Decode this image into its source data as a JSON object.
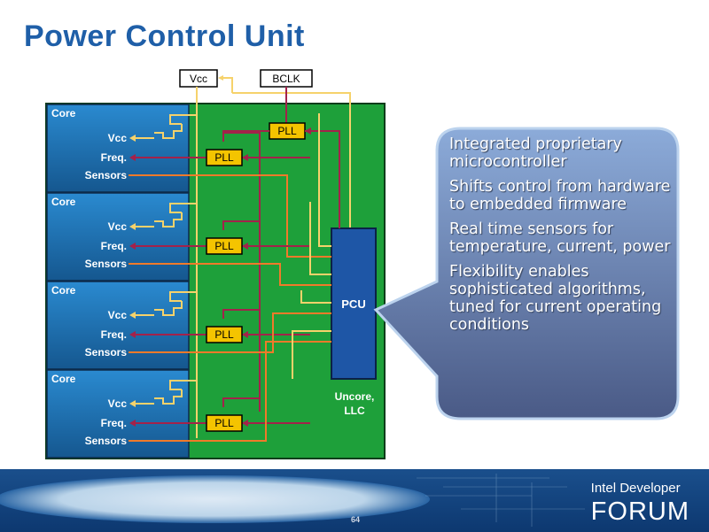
{
  "slide": {
    "title": "Power Control Unit",
    "page_number": "64"
  },
  "diagram": {
    "inputs": {
      "vcc": "Vcc",
      "bclk": "BCLK"
    },
    "cores": [
      {
        "label": "Core",
        "vcc": "Vcc",
        "freq": "Freq.",
        "sensors": "Sensors",
        "pll": "PLL"
      },
      {
        "label": "Core",
        "vcc": "Vcc",
        "freq": "Freq.",
        "sensors": "Sensors",
        "pll": "PLL"
      },
      {
        "label": "Core",
        "vcc": "Vcc",
        "freq": "Freq.",
        "sensors": "Sensors",
        "pll": "PLL"
      },
      {
        "label": "Core",
        "vcc": "Vcc",
        "freq": "Freq.",
        "sensors": "Sensors",
        "pll": "PLL"
      }
    ],
    "uncore_pll": "PLL",
    "pcu": "PCU",
    "uncore_line1": "Uncore,",
    "uncore_line2": "LLC"
  },
  "callout": {
    "items": [
      "Integrated proprietary microcontroller",
      "Shifts control from hardware to embedded firmware",
      "Real time sensors for temperature, current, power",
      "Flexibility enables sophisticated algorithms, tuned for current operating conditions"
    ]
  },
  "brand": {
    "line1": "Intel Developer",
    "line2": "FORUM"
  },
  "colors": {
    "title": "#1f5fa8",
    "core_blue": "#1d73b8",
    "green": "#1ea03a",
    "pcu_blue": "#1e56a6",
    "pll_yellow": "#f4c400",
    "vcc_line": "#f6d26b",
    "freq_line": "#a3224a",
    "sensor_line": "#f07a2a"
  }
}
